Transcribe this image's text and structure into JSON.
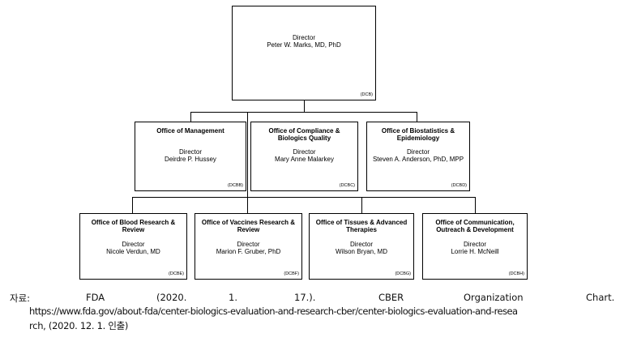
{
  "top": {
    "role": "Director",
    "name": "Peter W. Marks, MD, PhD",
    "code": "(DCB)"
  },
  "row1": [
    {
      "title": "Office of Management",
      "role": "Director",
      "name": "Deirdre P. Hussey",
      "code": "(DCBB)"
    },
    {
      "title": "Office of Compliance & Biologics Quality",
      "role": "Director",
      "name": "Mary Anne Malarkey",
      "code": "(DCBC)"
    },
    {
      "title": "Office of Biostatistics & Epidemiology",
      "role": "Director",
      "name": "Steven A. Anderson, PhD, MPP",
      "code": "(DCBD)"
    }
  ],
  "row2": [
    {
      "title": "Office of Blood Research & Review",
      "role": "Director",
      "name": "Nicole Verdun, MD",
      "code": "(DCBE)"
    },
    {
      "title": "Office of Vaccines Research & Review",
      "role": "Director",
      "name": "Marion F. Gruber, PhD",
      "code": "(DCBF)"
    },
    {
      "title": "Office of Tissues & Advanced Therapies",
      "role": "Director",
      "name": "Wilson Bryan, MD",
      "code": "(DCBG)"
    },
    {
      "title": "Office of Communication, Outreach & Development",
      "role": "Director",
      "name": "Lorrie H. McNeill",
      "code": "(DCBH)"
    }
  ],
  "source": {
    "label": "자료:",
    "w1": "FDA",
    "w2": "(2020.",
    "w3": "1.",
    "w4": "17.).",
    "w5": "CBER",
    "w6": "Organization",
    "w7": "Chart.",
    "line2": "https://www.fda.gov/about-fda/center-biologics-evaluation-and-research-cber/center-biologics-evaluation-and-resea",
    "line3": "rch, (2020. 12. 1. 인출)"
  }
}
